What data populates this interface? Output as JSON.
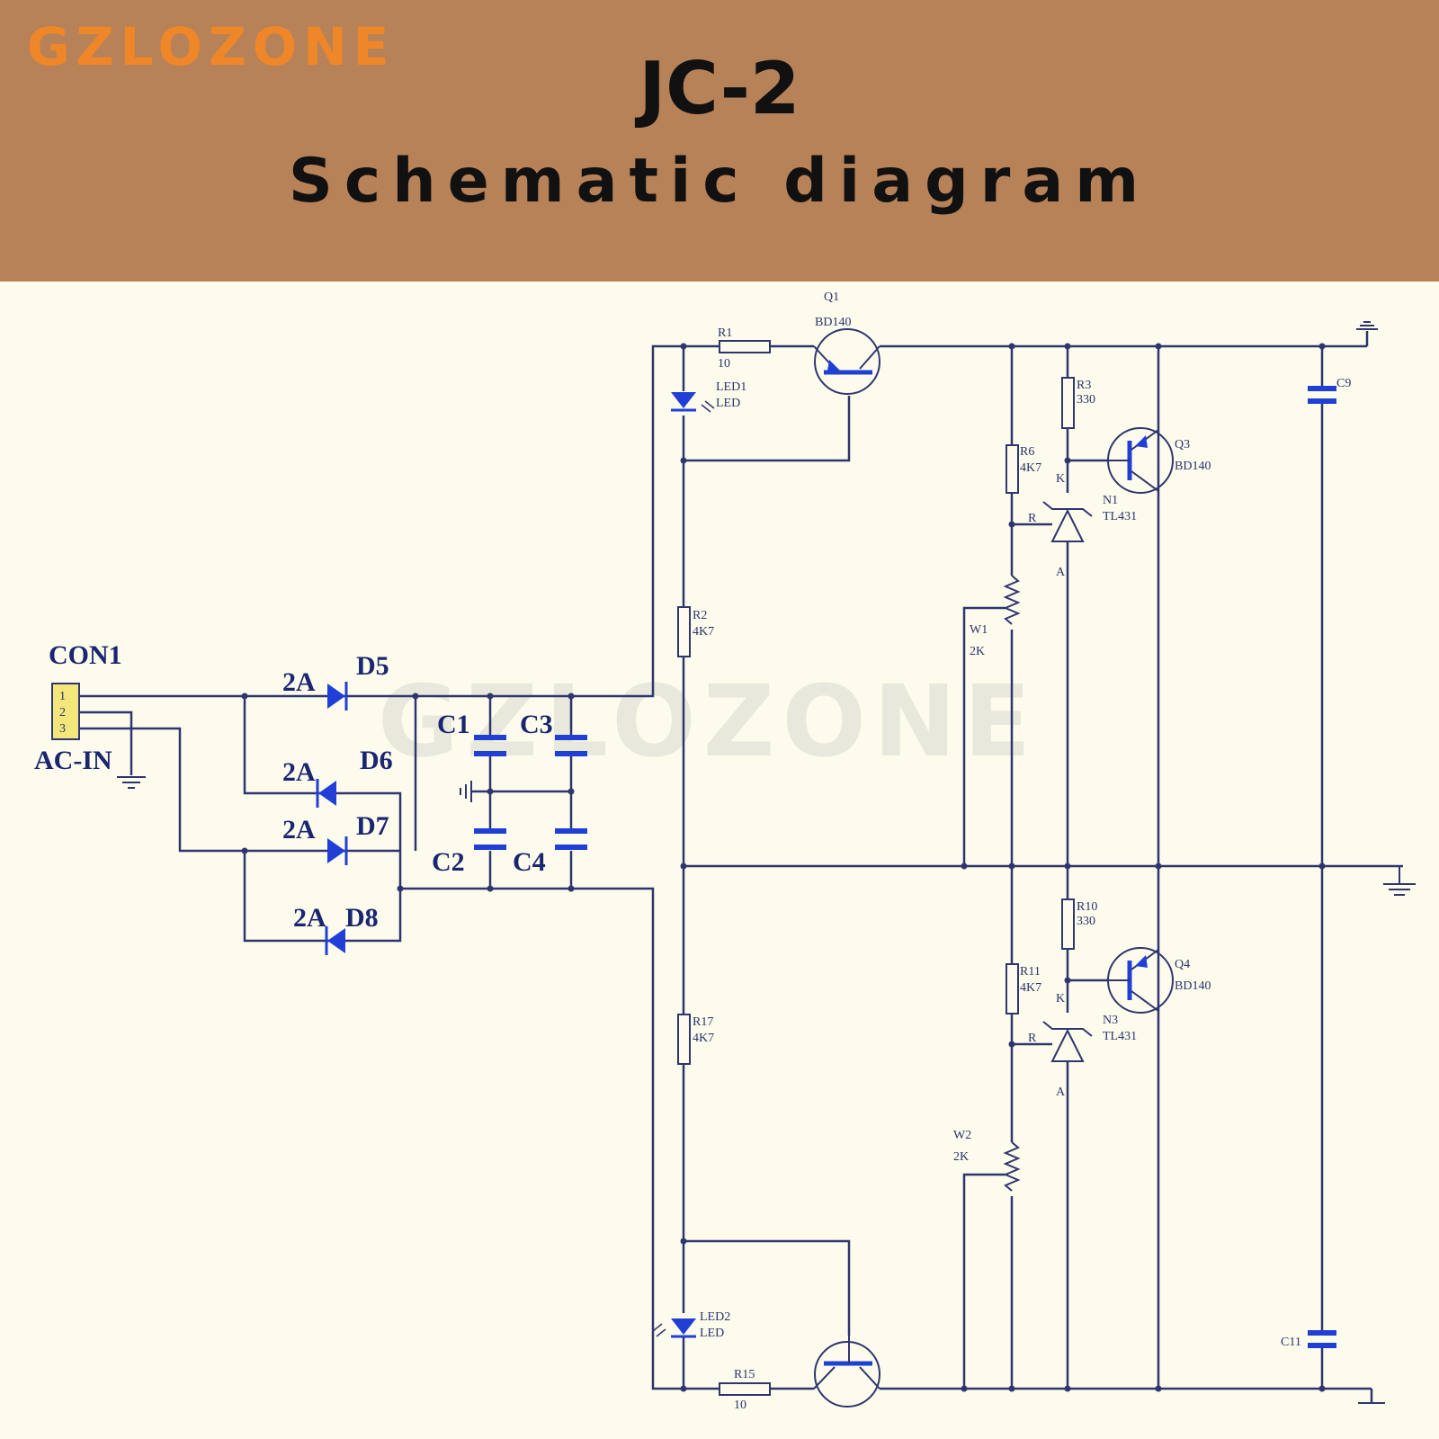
{
  "header": {
    "brand": "GZLOZONE",
    "title": "JC-2",
    "subtitle": "Schematic diagram"
  },
  "watermark": "GZLOZONE",
  "connector": {
    "ref": "CON1",
    "name": "AC-IN"
  },
  "diodes": [
    {
      "ref": "D5",
      "rating": "2A"
    },
    {
      "ref": "D6",
      "rating": "2A"
    },
    {
      "ref": "D7",
      "rating": "2A"
    },
    {
      "ref": "D8",
      "rating": "2A"
    }
  ],
  "capacitors": {
    "c1": "C1",
    "c2": "C2",
    "c3": "C3",
    "c4": "C4",
    "c9": "C9",
    "c11": "C11"
  },
  "resistors": {
    "r1": {
      "ref": "R1",
      "value": "10"
    },
    "r2": {
      "ref": "R2",
      "value": "4K7"
    },
    "r3": {
      "ref": "R3",
      "value": "330"
    },
    "r6": {
      "ref": "R6",
      "value": "4K7"
    },
    "r10": {
      "ref": "R10",
      "value": "330"
    },
    "r11": {
      "ref": "R11",
      "value": "4K7"
    },
    "r15": {
      "ref": "R15",
      "value": "10"
    },
    "r17": {
      "ref": "R17",
      "value": "4K7"
    }
  },
  "potentiometers": {
    "w1": {
      "ref": "W1",
      "value": "2K"
    },
    "w2": {
      "ref": "W2",
      "value": "2K"
    }
  },
  "transistors": {
    "q1": {
      "ref": "Q1",
      "part": "BD140"
    },
    "q3": {
      "ref": "Q3",
      "part": "BD140"
    },
    "q4": {
      "ref": "Q4",
      "part": "BD140"
    }
  },
  "regulators": {
    "n1": {
      "ref": "N1",
      "part": "TL431"
    },
    "n3": {
      "ref": "N3",
      "part": "TL431"
    }
  },
  "leds": {
    "led1": {
      "ref": "LED1",
      "type": "LED"
    },
    "led2": {
      "ref": "LED2",
      "type": "LED"
    }
  },
  "pins": {
    "k": "K",
    "r": "R",
    "a": "A"
  },
  "colors": {
    "header_bg": "#b88259",
    "brand": "#ef8728",
    "wire": "#2f356f",
    "component": "#1f3fd6",
    "paper": "#fdfbec"
  }
}
